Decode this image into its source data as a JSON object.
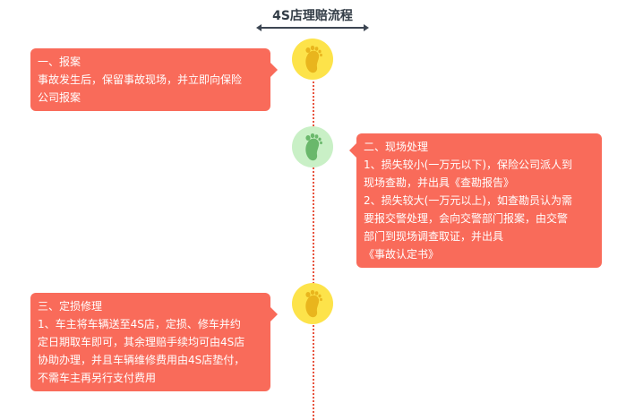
{
  "title": "4S店理赔流程",
  "colors": {
    "card": "#f96b5a",
    "axis": "#e8543f",
    "node_yellow": "#fde34a",
    "node_green": "#c9f0c6",
    "foot_yellow": "#e9b51d",
    "foot_green": "#6ab86b"
  },
  "steps": [
    {
      "icon": "footprint-icon",
      "lines": [
        "一、报案",
        "事故发生后，保留事故现场，并立即向保险",
        "公司报案"
      ]
    },
    {
      "icon": "footprint-icon",
      "lines": [
        "二、现场处理",
        "1、损失较小(一万元以下)，保险公司派人到",
        "现场查勘，并出具《查勘报告》",
        "2、损失较大(一万元以上)，如查勘员认为需",
        "要报交警处理，会向交警部门报案，由交警",
        "部门到现场调查取证，并出具",
        "《事故认定书》"
      ]
    },
    {
      "icon": "footprint-icon",
      "lines": [
        "三、定损修理",
        "1、车主将车辆送至4S店，定损、修车并约",
        "定日期取车即可，其余理赔手续均可由4S店",
        "协助办理，并且车辆维修费用由4S店垫付，",
        "不需车主再另行支付费用"
      ]
    }
  ]
}
